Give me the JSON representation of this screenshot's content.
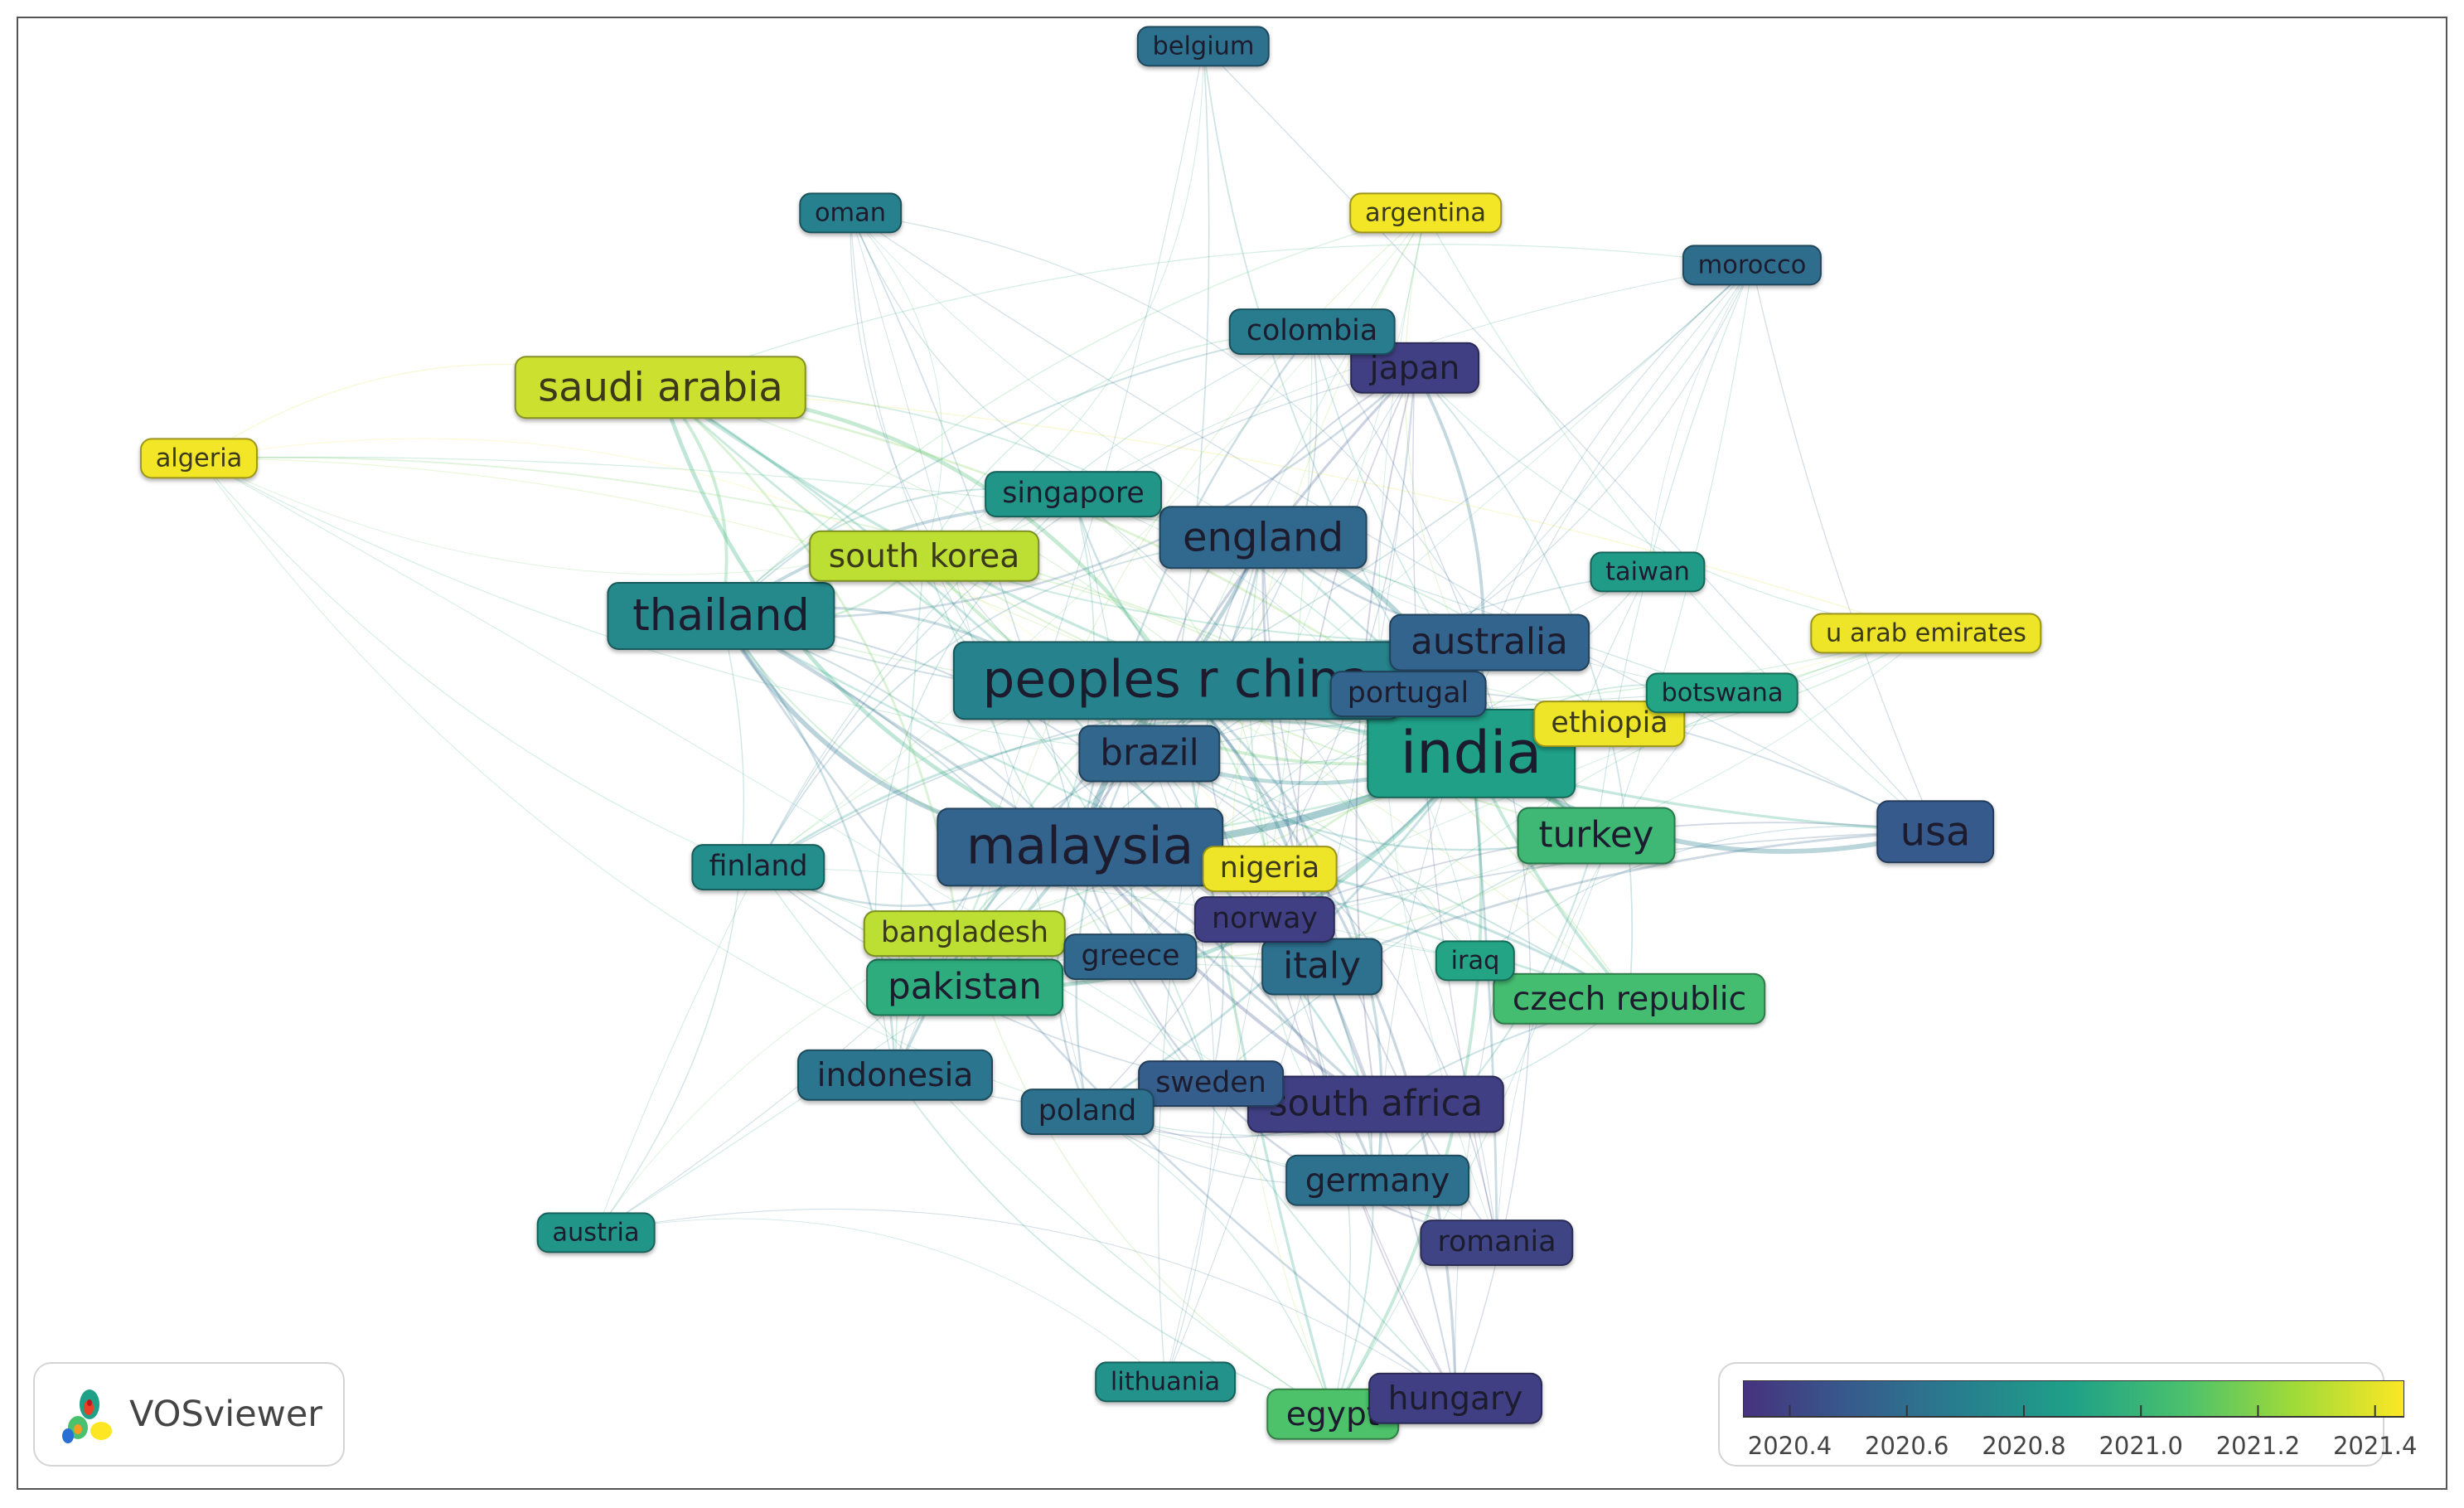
{
  "branding": {
    "app_name": "VOSviewer"
  },
  "legend": {
    "ticks": [
      "2020.4",
      "2020.6",
      "2020.8",
      "2021.0",
      "2021.2",
      "2021.4"
    ],
    "range": [
      2020.32,
      2021.45
    ],
    "gradient": [
      "#46327e",
      "#365c8d",
      "#277f8e",
      "#1fa187",
      "#4ac16d",
      "#a0da39",
      "#fde725"
    ]
  },
  "network": {
    "nodes": [
      {
        "label": "india",
        "score": 2020.88,
        "weight": 10
      },
      {
        "label": "malaysia",
        "score": 2020.55,
        "weight": 8
      },
      {
        "label": "peoples r china",
        "score": 2020.72,
        "weight": 8
      },
      {
        "label": "thailand",
        "score": 2020.75,
        "weight": 6
      },
      {
        "label": "usa",
        "score": 2020.5,
        "weight": 5
      },
      {
        "label": "saudi arabia",
        "score": 2021.35,
        "weight": 5
      },
      {
        "label": "england",
        "score": 2020.58,
        "weight": 5
      },
      {
        "label": "brazil",
        "score": 2020.56,
        "weight": 4
      },
      {
        "label": "australia",
        "score": 2020.55,
        "weight": 4
      },
      {
        "label": "turkey",
        "score": 2021.02,
        "weight": 4
      },
      {
        "label": "pakistan",
        "score": 2020.95,
        "weight": 4
      },
      {
        "label": "south africa",
        "score": 2020.38,
        "weight": 4
      },
      {
        "label": "italy",
        "score": 2020.62,
        "weight": 4
      },
      {
        "label": "germany",
        "score": 2020.62,
        "weight": 3
      },
      {
        "label": "indonesia",
        "score": 2020.65,
        "weight": 3
      },
      {
        "label": "czech republic",
        "score": 2021.05,
        "weight": 3
      },
      {
        "label": "egypt",
        "score": 2021.08,
        "weight": 3
      },
      {
        "label": "hungary",
        "score": 2020.38,
        "weight": 3
      },
      {
        "label": "japan",
        "score": 2020.38,
        "weight": 3
      },
      {
        "label": "south korea",
        "score": 2021.32,
        "weight": 3
      },
      {
        "label": "colombia",
        "score": 2020.68,
        "weight": 2
      },
      {
        "label": "portugal",
        "score": 2020.55,
        "weight": 2
      },
      {
        "label": "ethiopia",
        "score": 2021.42,
        "weight": 2
      },
      {
        "label": "bangladesh",
        "score": 2021.32,
        "weight": 2
      },
      {
        "label": "singapore",
        "score": 2020.82,
        "weight": 2
      },
      {
        "label": "sweden",
        "score": 2020.52,
        "weight": 2
      },
      {
        "label": "poland",
        "score": 2020.62,
        "weight": 2
      },
      {
        "label": "nigeria",
        "score": 2021.42,
        "weight": 2
      },
      {
        "label": "norway",
        "score": 2020.38,
        "weight": 2
      },
      {
        "label": "greece",
        "score": 2020.58,
        "weight": 2
      },
      {
        "label": "finland",
        "score": 2020.78,
        "weight": 2
      },
      {
        "label": "iraq",
        "score": 2020.9,
        "weight": 1
      },
      {
        "label": "romania",
        "score": 2020.4,
        "weight": 2
      },
      {
        "label": "oman",
        "score": 2020.7,
        "weight": 1
      },
      {
        "label": "belgium",
        "score": 2020.62,
        "weight": 1
      },
      {
        "label": "argentina",
        "score": 2021.43,
        "weight": 1
      },
      {
        "label": "morocco",
        "score": 2020.6,
        "weight": 1
      },
      {
        "label": "algeria",
        "score": 2021.43,
        "weight": 1
      },
      {
        "label": "taiwan",
        "score": 2020.85,
        "weight": 1
      },
      {
        "label": "u arab emirates",
        "score": 2021.42,
        "weight": 1
      },
      {
        "label": "botswana",
        "score": 2020.9,
        "weight": 1
      },
      {
        "label": "austria",
        "score": 2020.82,
        "weight": 1
      },
      {
        "label": "lithuania",
        "score": 2020.8,
        "weight": 1
      }
    ]
  }
}
